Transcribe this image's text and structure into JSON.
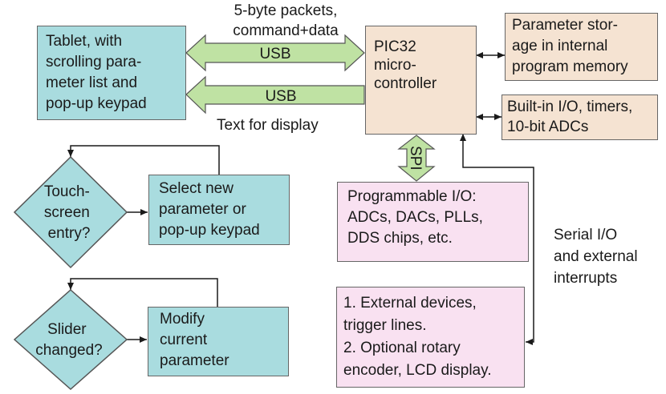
{
  "tablet": "Tablet, with\nscrolling para-\nmeter list and\npop-up keypad",
  "pic": "PIC32\nmicro-\ncontroller",
  "param_storage": "Parameter stor-\nage in internal\nprogram memory",
  "builtin_io": "Built-in I/O, timers,\n10-bit ADCs",
  "programmable_io": "Programmable I/O:\nADCs, DACs, PLLs,\nDDS chips, etc.",
  "external": "1. External devices,\ntrigger lines.\n2. Optional rotary\nencoder, LCD display.",
  "select_new": "Select new\nparameter or\npop-up keypad",
  "modify": "Modify\ncurrent\nparameter",
  "touch": [
    "Touch-",
    "screen",
    "entry?"
  ],
  "slider": [
    "Slider",
    "changed?"
  ],
  "packets_label": "5-byte packets,\ncommand+data",
  "usb_top": "USB",
  "usb_bottom": "USB",
  "text_display": "Text for display",
  "spi": "SPI",
  "serial": "Serial I/O\nand external\ninterrupts",
  "colors": {
    "teal": "#a9dcdf",
    "tan": "#f5e3d2",
    "pink": "#f9e1f1",
    "arrow": "#bfe2a3"
  }
}
